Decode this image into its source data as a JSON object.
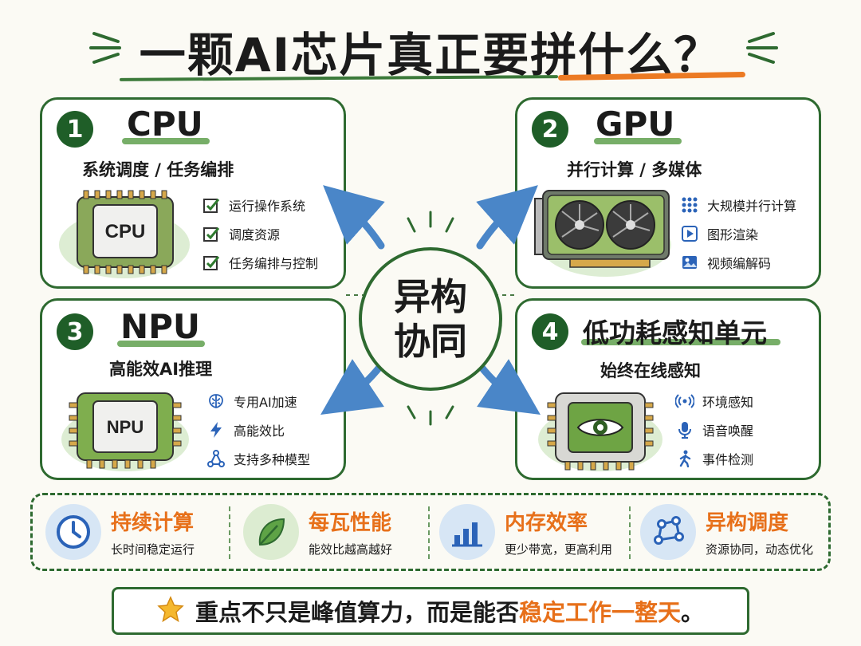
{
  "title": {
    "main": "一颗AI芯片真正要",
    "accent": "拼什么？"
  },
  "center": {
    "line1": "异构",
    "line2": "协同"
  },
  "cards": [
    {
      "num": "1",
      "title": "CPU",
      "subtitle": "系统调度 / 任务编排",
      "chip_label": "CPU",
      "features": [
        {
          "icon": "check-box-icon",
          "label": "运行操作系统"
        },
        {
          "icon": "check-box-icon",
          "label": "调度资源"
        },
        {
          "icon": "check-box-icon",
          "label": "任务编排与控制"
        }
      ]
    },
    {
      "num": "2",
      "title": "GPU",
      "subtitle": "并行计算 / 多媒体",
      "features": [
        {
          "icon": "dot-grid-icon",
          "label": "大规模并行计算"
        },
        {
          "icon": "play-icon",
          "label": "图形渲染"
        },
        {
          "icon": "image-icon",
          "label": "视频编解码"
        }
      ]
    },
    {
      "num": "3",
      "title": "NPU",
      "subtitle": "高能效AI推理",
      "chip_label": "NPU",
      "features": [
        {
          "icon": "brain-icon",
          "label": "专用AI加速"
        },
        {
          "icon": "lightning-icon",
          "label": "高能效比"
        },
        {
          "icon": "network-icon",
          "label": "支持多种模型"
        }
      ]
    },
    {
      "num": "4",
      "title": "低功耗感知单元",
      "subtitle": "始终在线感知",
      "features": [
        {
          "icon": "signal-icon",
          "label": "环境感知"
        },
        {
          "icon": "microphone-icon",
          "label": "语音唤醒"
        },
        {
          "icon": "person-walking-icon",
          "label": "事件检测"
        }
      ]
    }
  ],
  "metrics": [
    {
      "icon": "clock-icon",
      "title": "持续计算",
      "subtitle": "长时间稳定运行"
    },
    {
      "icon": "leaf-icon",
      "title": "每瓦性能",
      "subtitle": "能效比越高越好"
    },
    {
      "icon": "bar-chart-icon",
      "title": "内存效率",
      "subtitle": "更少带宽，更高利用"
    },
    {
      "icon": "nodes-icon",
      "title": "异构调度",
      "subtitle": "资源协同，动态优化"
    }
  ],
  "footer": {
    "icon": "star-icon",
    "pre": "重点不只是峰值算力，而是能否",
    "highlight": "稳定工作一整天",
    "post": "。"
  },
  "colors": {
    "green": "#2e6a30",
    "orange": "#e7701a",
    "blue": "#2b63b8"
  }
}
